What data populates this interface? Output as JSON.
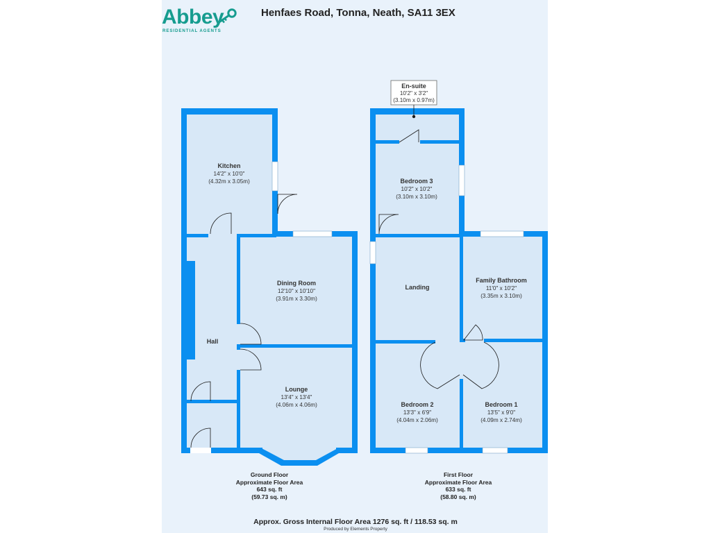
{
  "brand": {
    "name": "Abbey",
    "tagline": "RESIDENTIAL AGENTS",
    "color": "#169c8f"
  },
  "address": "Henfaes Road, Tonna, Neath, SA11 3EX",
  "colors": {
    "wall": "#0b8ff0",
    "floor": "#d8e8f7",
    "sheet": "#e9f2fb"
  },
  "ground_floor": {
    "rooms": {
      "kitchen": {
        "name": "Kitchen",
        "imperial": "14'2\" x 10'0\"",
        "metric": "(4.32m x 3.05m)"
      },
      "dining": {
        "name": "Dining Room",
        "imperial": "12'10\" x 10'10\"",
        "metric": "(3.91m x 3.30m)"
      },
      "hall": {
        "name": "Hall"
      },
      "lounge": {
        "name": "Lounge",
        "imperial": "13'4\" x 13'4\"",
        "metric": "(4.06m x 4.06m)"
      }
    },
    "caption": {
      "line1": "Ground Floor",
      "line2": "Approximate Floor Area",
      "line3": "643 sq. ft",
      "line4": "(59.73 sq. m)"
    }
  },
  "first_floor": {
    "rooms": {
      "ensuite": {
        "name": "En-suite",
        "imperial": "10'2\" x 3'2\"",
        "metric": "(3.10m x 0.97m)"
      },
      "bedroom3": {
        "name": "Bedroom 3",
        "imperial": "10'2\" x 10'2\"",
        "metric": "(3.10m x 3.10m)"
      },
      "landing": {
        "name": "Landing"
      },
      "bathroom": {
        "name": "Family Bathroom",
        "imperial": "11'0\" x 10'2\"",
        "metric": "(3.35m x 3.10m)"
      },
      "bedroom2": {
        "name": "Bedroom 2",
        "imperial": "13'3\" x 6'9\"",
        "metric": "(4.04m x 2.06m)"
      },
      "bedroom1": {
        "name": "Bedroom 1",
        "imperial": "13'5\" x 9'0\"",
        "metric": "(4.09m x 2.74m)"
      }
    },
    "caption": {
      "line1": "First Floor",
      "line2": "Approximate Floor Area",
      "line3": "633 sq. ft",
      "line4": "(58.80 sq. m)"
    }
  },
  "gross_area": "Approx. Gross Internal Floor Area 1276 sq. ft / 118.53 sq. m",
  "producer": "Produced by Elements Property"
}
